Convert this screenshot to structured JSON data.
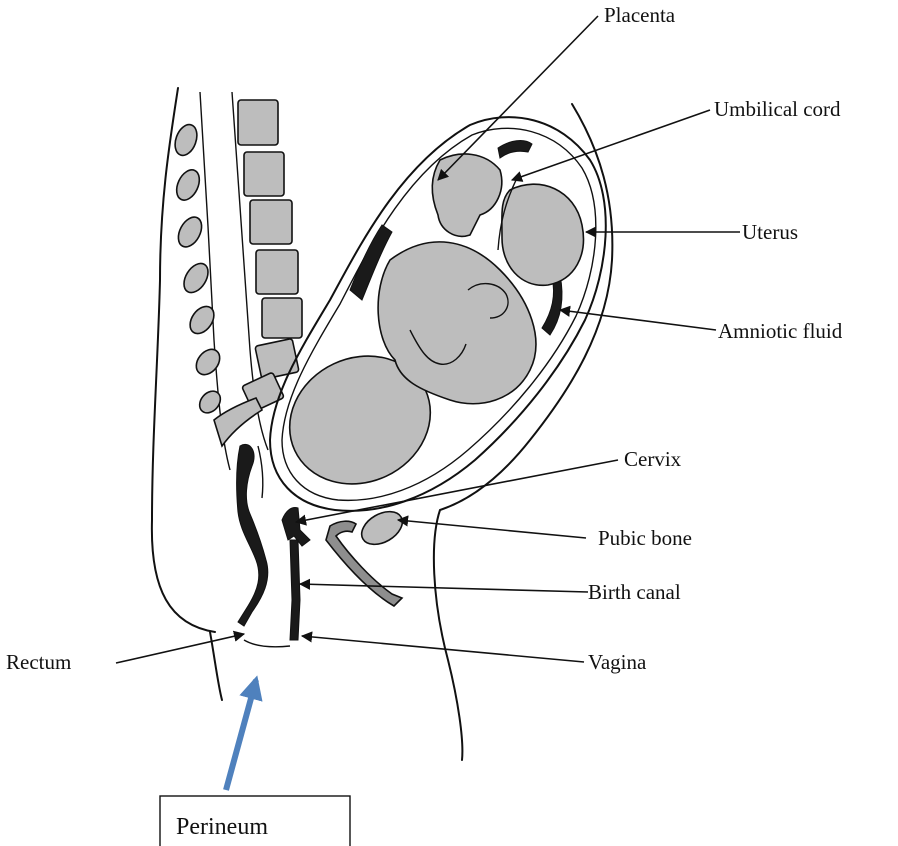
{
  "labels": {
    "placenta": "Placenta",
    "umbilical_cord": "Umbilical cord",
    "uterus": "Uterus",
    "amniotic_fluid": "Amniotic fluid",
    "cervix": "Cervix",
    "pubic_bone": "Pubic bone",
    "birth_canal": "Birth canal",
    "vagina": "Vagina",
    "rectum": "Rectum",
    "perineum": "Perineum"
  },
  "colors": {
    "line": "#111111",
    "shading": "#bdbdbd",
    "perineum_arrow": "#4f81bd"
  }
}
